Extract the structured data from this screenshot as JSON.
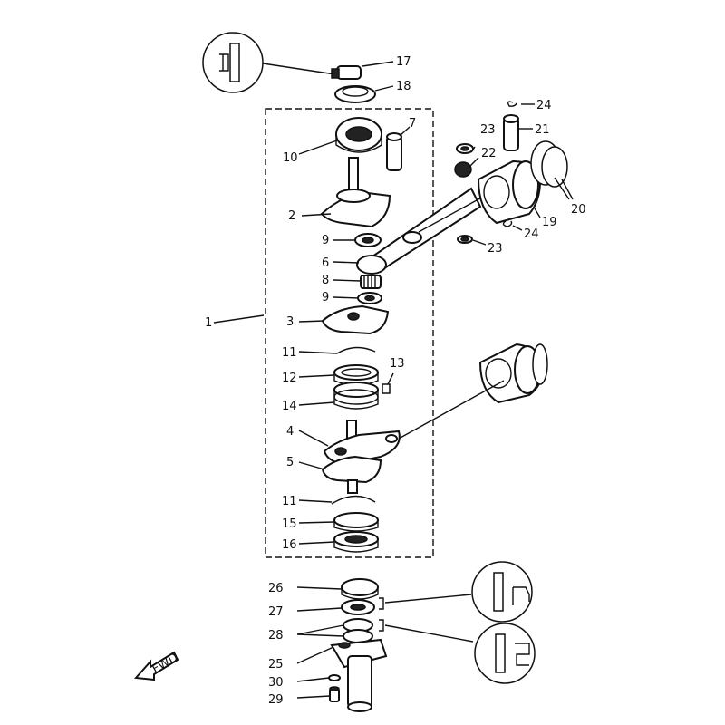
{
  "labels": {
    "l1": "1",
    "l2": "2",
    "l3": "3",
    "l4": "4",
    "l5": "5",
    "l6": "6",
    "l7": "7",
    "l8": "8",
    "l9a": "9",
    "l9b": "9",
    "l10": "10",
    "l11a": "11",
    "l11b": "11",
    "l12": "12",
    "l13": "13",
    "l14": "14",
    "l15": "15",
    "l16": "16",
    "l17": "17",
    "l18": "18",
    "l19": "19",
    "l20": "20",
    "l21": "21",
    "l22": "22",
    "l23a": "23",
    "l23b": "23",
    "l24a": "24",
    "l24b": "24",
    "l25": "25",
    "l26": "26",
    "l27": "27",
    "l28": "28",
    "l29": "29",
    "l30": "30"
  },
  "fwd_badge": "FWD",
  "icons": [
    "grease-detail-icon",
    "oil-detail-icon",
    "sealant-detail-icon"
  ]
}
